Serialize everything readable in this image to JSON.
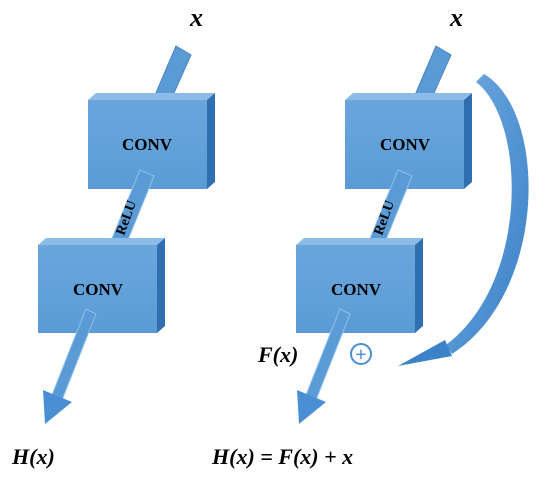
{
  "left_block": {
    "input_label": "x",
    "conv_top_label": "CONV",
    "conv_bottom_label": "CONV",
    "activation_label": "ReLU",
    "output_label": "H(x)"
  },
  "right_block": {
    "input_label": "x",
    "conv_top_label": "CONV",
    "conv_bottom_label": "CONV",
    "activation_label": "ReLU",
    "residual_label": "F(x)",
    "add_symbol": "+",
    "output_label": "H(x) = F(x) + x"
  },
  "colors": {
    "block_front": "#5b9bd5",
    "block_top": "#7fb3e3",
    "block_side": "#2f6fb0",
    "arrow": "#4a8fd4",
    "text": "#000000"
  }
}
